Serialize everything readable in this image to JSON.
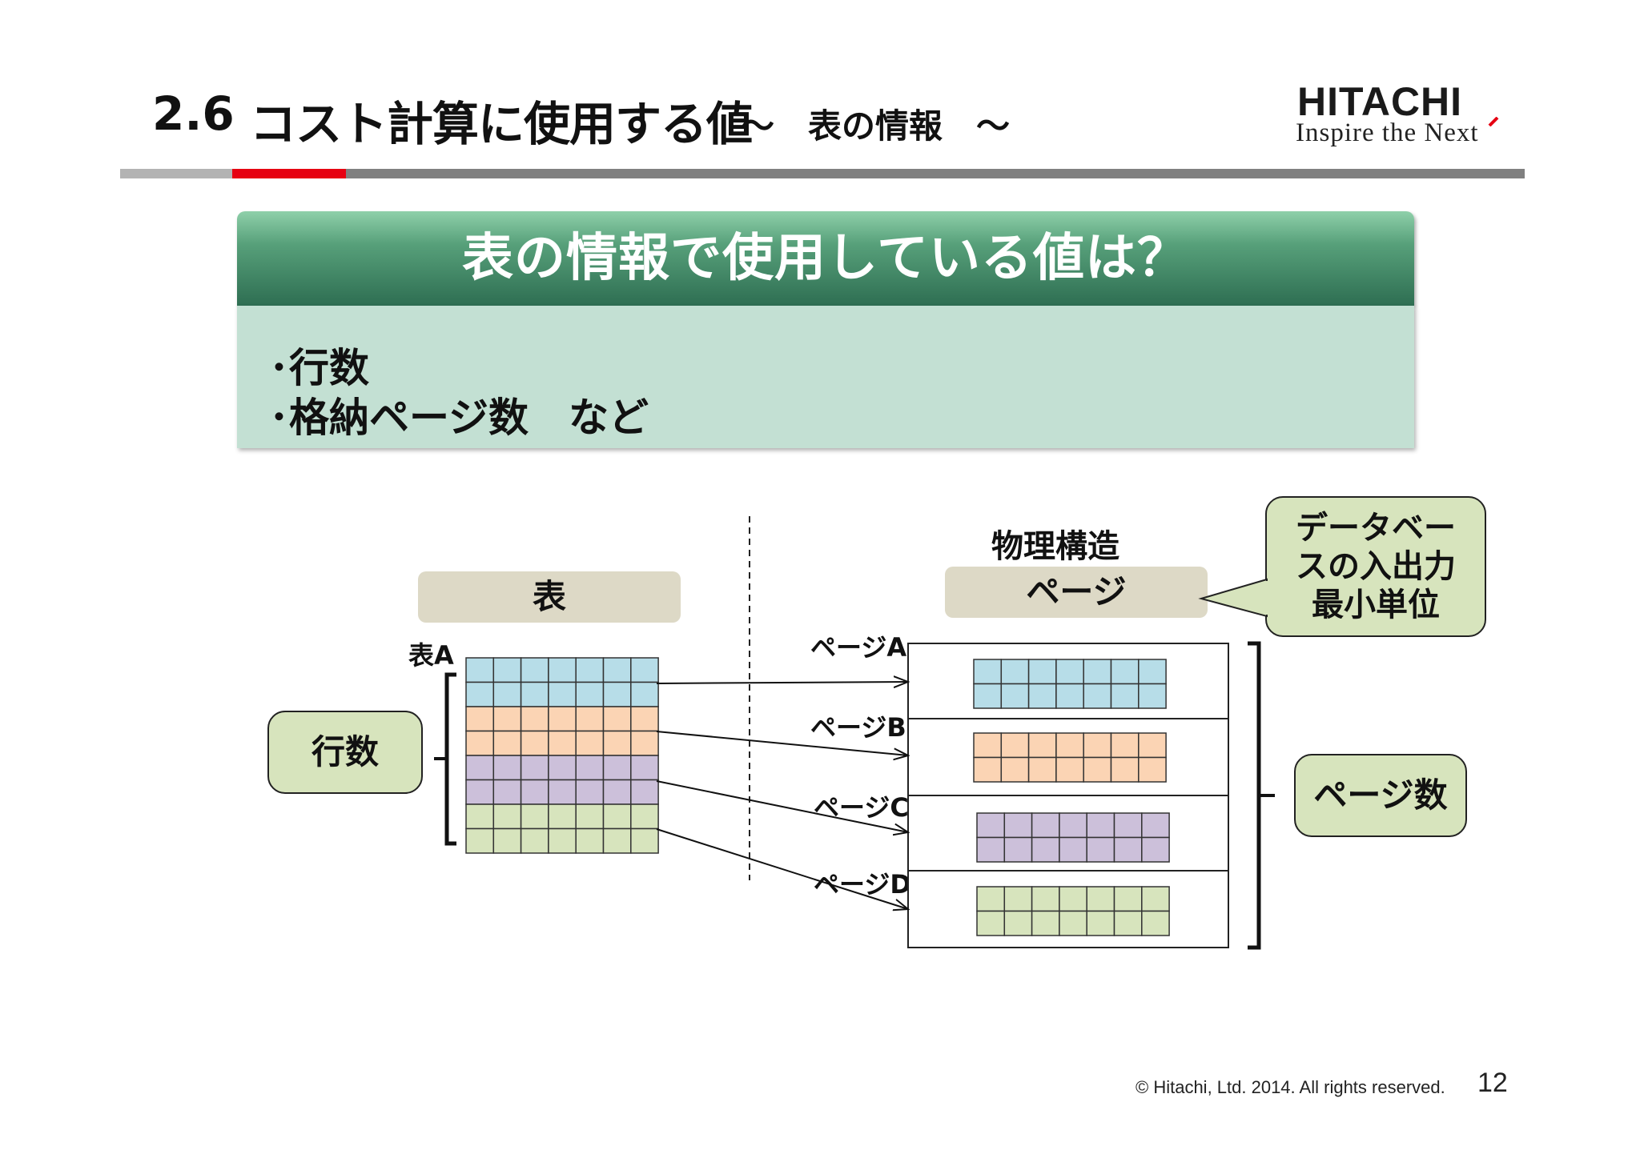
{
  "header": {
    "section_number": "2.6",
    "title": "コスト計算に使用する値",
    "subtitle": "～　表の情報　～",
    "logo_name": "HITACHI",
    "logo_tagline": "Inspire the Next"
  },
  "summary_box": {
    "heading": "表の情報で使用している値は？",
    "bullets": [
      "･行数",
      "･格納ページ数　など"
    ]
  },
  "diagram": {
    "physical_label": "物理構造",
    "table_tag": "表",
    "page_tag": "ページ",
    "table_name": "表A",
    "rows_label": "行数",
    "page_count_label": "ページ数",
    "callout": [
      "データベー",
      "スの入出力",
      "最小単位"
    ],
    "pages": [
      "ページA",
      "ページB",
      "ページC",
      "ページD"
    ],
    "group_colors": [
      "#b7dde8",
      "#fbd4b4",
      "#ccc0da",
      "#d7e4bd"
    ],
    "rows_per_group": 2,
    "columns": 7
  },
  "footer": {
    "copyright": "© Hitachi, Ltd. 2014. All rights reserved.",
    "page_number": "12"
  }
}
